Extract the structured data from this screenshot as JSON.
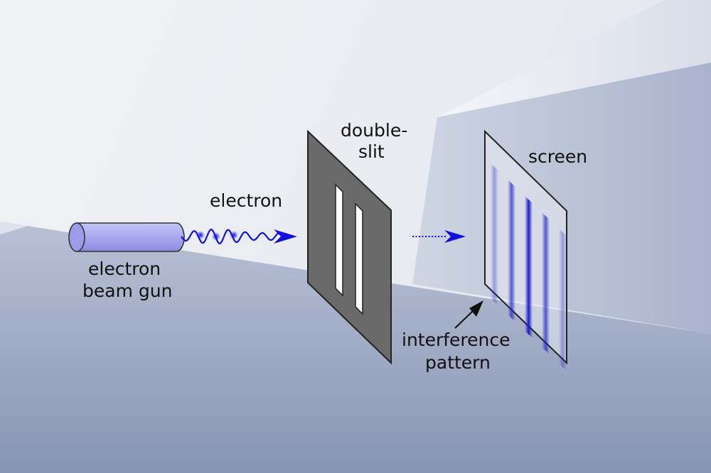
{
  "labels": {
    "electron": "electron",
    "gun_line1": "electron",
    "gun_line2": "beam gun",
    "slit_line1": "double-",
    "slit_line2": "slit",
    "screen": "screen",
    "pattern_line1": "interference",
    "pattern_line2": "pattern"
  },
  "colors": {
    "wave": "#1010e0",
    "gun_body": "#aaaaf2",
    "slit_plate": "#6a6a6a",
    "fringe": "#1c1cc8"
  },
  "interference_fringes": {
    "relative_intensity": [
      0.35,
      0.7,
      1.0,
      0.7,
      0.35
    ]
  }
}
